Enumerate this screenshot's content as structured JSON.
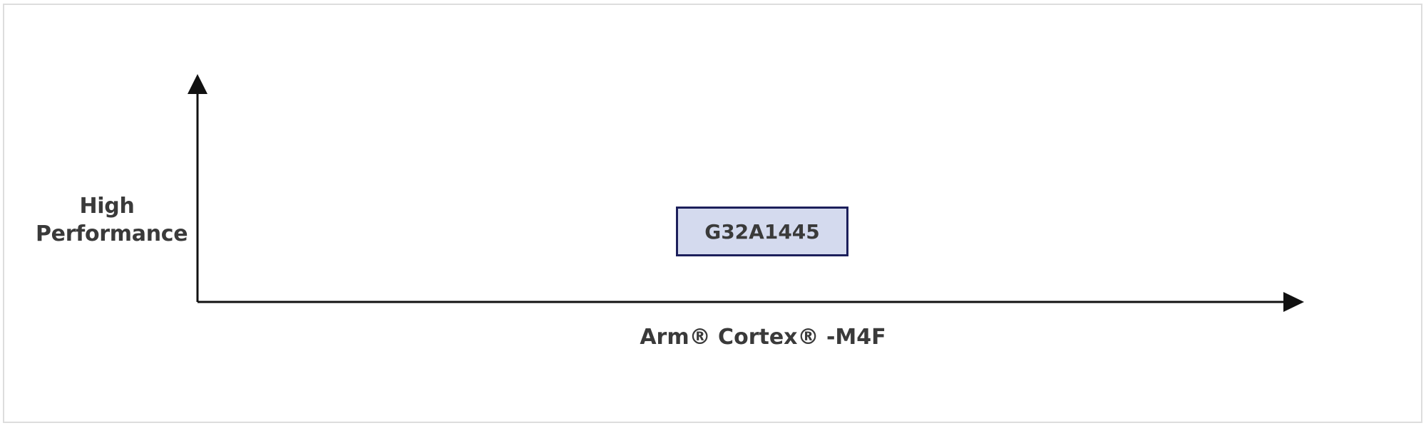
{
  "diagram": {
    "y_axis_label_line1": "High",
    "y_axis_label_line2": "Performance",
    "product_label": "G32A1445",
    "x_axis_label": "Arm® Cortex® -M4F"
  },
  "colors": {
    "product_box_fill": "#d4daee",
    "product_box_border": "#1c1f5b",
    "axis_color": "#111111",
    "text_color": "#3a3a3a"
  }
}
